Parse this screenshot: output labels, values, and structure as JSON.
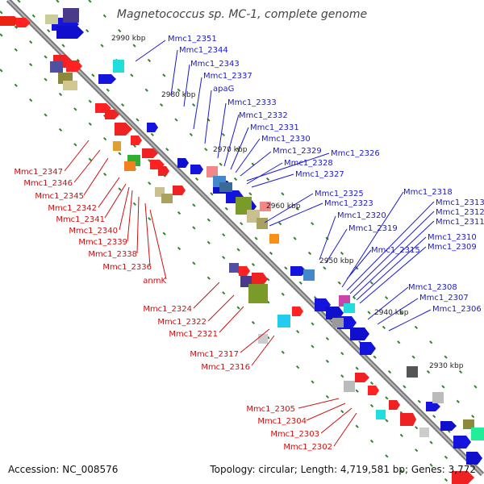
{
  "title": "Magnetococcus sp. MC-1, complete genome",
  "footer": {
    "accession": "Accession: NC_008576",
    "topology": "Topology: circular; Length: 4,719,581 bp; Genes: 3,772"
  },
  "kbp_labels": [
    "2990 kbp",
    "2980 kbp",
    "2970 kbp",
    "2960 kbp",
    "2950 kbp",
    "2940 kbp",
    "2930 kbp"
  ],
  "blue_labels": [
    "Mmc1_2351",
    "Mmc1_2344",
    "Mmc1_2343",
    "Mmc1_2337",
    "apaG",
    "Mmc1_2333",
    "Mmc1_2332",
    "Mmc1_2331",
    "Mmc1_2330",
    "Mmc1_2329",
    "Mmc1_2326",
    "Mmc1_2328",
    "Mmc1_2327",
    "Mmc1_2325",
    "Mmc1_2323",
    "Mmc1_2320",
    "Mmc1_2319",
    "Mmc1_2318",
    "Mmc1_2313",
    "Mmc1_2312",
    "Mmc1_2311",
    "Mmc1_2310",
    "Mmc1_2315",
    "Mmc1_2309",
    "Mmc1_2308",
    "Mmc1_2307",
    "Mmc1_2306"
  ],
  "red_labels": [
    "Mmc1_2347",
    "Mmc1_2346",
    "Mmc1_2345",
    "Mmc1_2342",
    "Mmc1_2341",
    "Mmc1_2340",
    "Mmc1_2339",
    "Mmc1_2338",
    "Mmc1_2336",
    "anmK",
    "Mmc1_2324",
    "Mmc1_2322",
    "Mmc1_2321",
    "Mmc1_2317",
    "Mmc1_2316",
    "Mmc1_2305",
    "Mmc1_2304",
    "Mmc1_2303",
    "Mmc1_2302"
  ]
}
